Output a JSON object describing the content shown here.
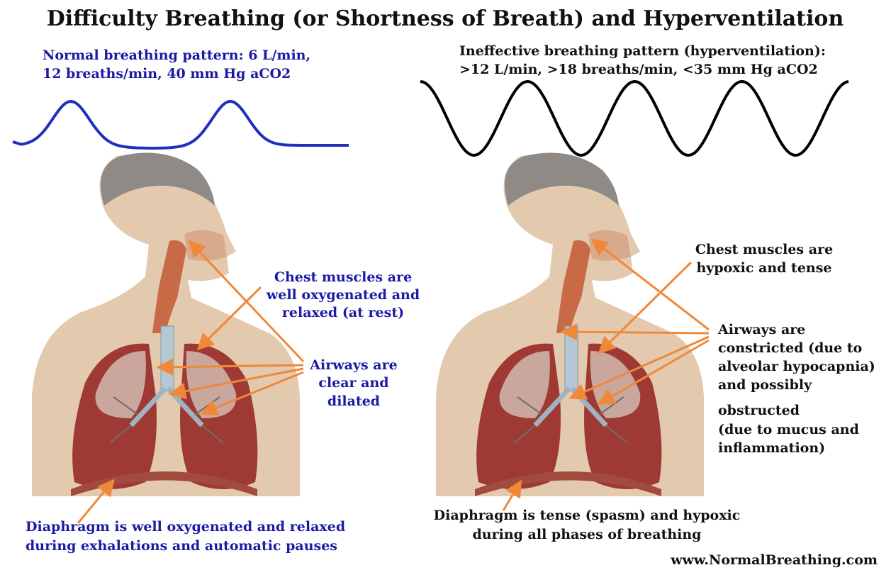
{
  "title": "Difficulty Breathing (or Shortness of Breath) and Hyperventilation",
  "normal": {
    "pattern_line1": "Normal breathing pattern: 6 L/min,",
    "pattern_line2": "12 breaths/min, 40 mm Hg aCO2",
    "chest_lines": [
      "Chest muscles are",
      "well oxygenated and",
      "relaxed (at rest)"
    ],
    "airways_lines": [
      "Airways are",
      "clear and",
      "dilated"
    ],
    "diaphragm_lines": [
      "Diaphragm is well oxygenated and relaxed",
      "during exhalations and automatic pauses"
    ]
  },
  "hyper": {
    "pattern_line1": "Ineffective breathing pattern (hyperventilation):",
    "pattern_line2": ">12 L/min, >18 breaths/min, <35 mm Hg aCO2",
    "chest_lines": [
      "Chest muscles are",
      "hypoxic and tense"
    ],
    "airways_lines": [
      "Airways are",
      "constricted (due to",
      "alveolar hypocapnia)",
      "and possibly",
      "obstructed",
      "(due to mucus and",
      "inflammation)"
    ],
    "diaphragm_lines": [
      "Diaphragm is tense (spasm) and hypoxic",
      "during all phases of breathing"
    ]
  },
  "website": "www.NormalBreathing.com",
  "colors": {
    "normal_text": "#1a1aa6",
    "normal_wave": "#1f2fbf",
    "hyper_wave": "#000000",
    "arrow": "#f0883a",
    "skin": "#e3c9ad",
    "hair": "#8f8a85",
    "lung": "#9e3a33",
    "trachea": "#b5c7d2"
  }
}
